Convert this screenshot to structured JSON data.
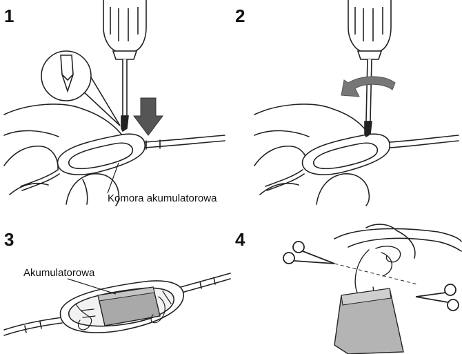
{
  "steps": [
    {
      "number": "1",
      "label": "Komora akumulatorowa"
    },
    {
      "number": "2",
      "label": ""
    },
    {
      "number": "3",
      "label": "Akumulatorowa"
    },
    {
      "number": "4",
      "label": ""
    }
  ],
  "colors": {
    "line": "#222222",
    "arrow_gray": "#555555",
    "rotate_gray": "#777777",
    "battery_gray": "#a9a9a9",
    "bag_gray": "#b4b4b4"
  },
  "icons": [
    "screwdriver-icon",
    "hand-icon",
    "down-arrow-icon",
    "rotate-arrow-icon",
    "scissors-icon",
    "battery-icon",
    "magnifier-callout-icon"
  ]
}
